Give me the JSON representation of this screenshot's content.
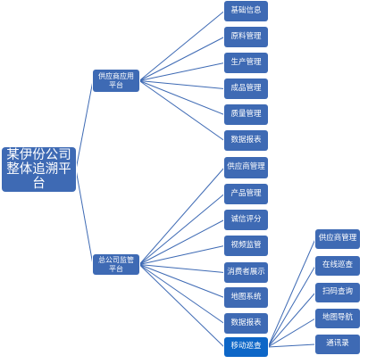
{
  "root": "某伊份公司\n整体追溯平\n台",
  "groups": [
    {
      "label": "供应商应用\n平台",
      "children": [
        "基础信息",
        "原料管理",
        "生产管理",
        "成品管理",
        "质量管理",
        "数据报表"
      ]
    },
    {
      "label": "总公司监管\n平台",
      "children": [
        "供应商管理",
        "产品管理",
        "诚信评分",
        "视频监管",
        "消费者展示",
        "地图系统",
        "数据报表",
        "移动巡查"
      ],
      "selected_child": "移动巡查",
      "sub_children": [
        "供应商管理",
        "在线巡查",
        "扫码查询",
        "地图导航",
        "通讯录"
      ]
    }
  ],
  "colors": {
    "node": "#3e6ab4",
    "selected": "#0d66c7",
    "connector": "#3e6ab4"
  }
}
